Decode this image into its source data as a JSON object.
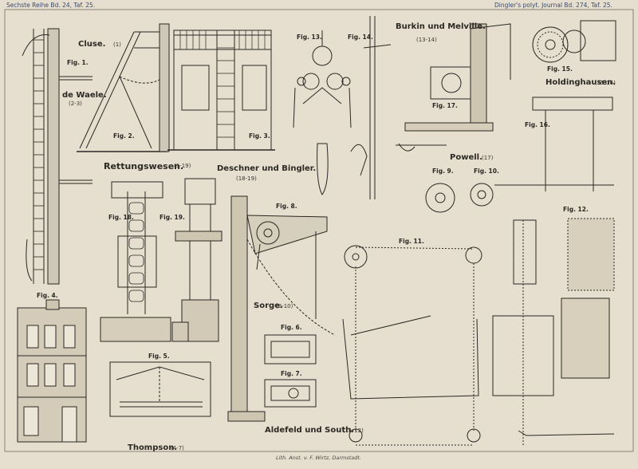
{
  "header": {
    "left": "Sechste Reihe Bd. 24, Taf. 25.",
    "right": "Dingler's polyt. Journal Bd. 274, Taf. 25."
  },
  "footer": {
    "lithographer": "Lith. Anst. v. F. Wirtz, Darmstadt."
  },
  "sections": {
    "cluse": "Cluse.",
    "cluse_ref": "(1)",
    "dewaele": "de Waele.",
    "dewaele_ref": "(2-3)",
    "rettungswesen": "Rettungswesen.",
    "rettungswesen_ref": "(1-19)",
    "deschner": "Deschner und Bingler.",
    "deschner_ref": "(18-19)",
    "burkin": "Burkin und Melville.",
    "burkin_ref": "(13-14)",
    "powell": "Powell.",
    "powell_ref": "(17)",
    "holdinghausen": "Holdinghausen.",
    "holdinghausen_ref": "(15-16)",
    "sorge": "Sorge.",
    "sorge_ref": "(8-10)",
    "thompson": "Thompson.",
    "thompson_ref": "(4-7)",
    "aldefeld": "Aldefeld und South.",
    "aldefeld_ref": "(11-12)"
  },
  "figures": {
    "f1": "Fig. 1.",
    "f2": "Fig. 2.",
    "f3": "Fig. 3.",
    "f4": "Fig. 4.",
    "f5": "Fig. 5.",
    "f6": "Fig. 6.",
    "f7": "Fig. 7.",
    "f8": "Fig. 8.",
    "f9": "Fig. 9.",
    "f10": "Fig. 10.",
    "f11": "Fig. 11.",
    "f12": "Fig. 12.",
    "f13": "Fig. 13.",
    "f14": "Fig. 14.",
    "f15": "Fig. 15.",
    "f16": "Fig. 16.",
    "f17": "Fig. 17.",
    "f18": "Fig. 18.",
    "f19": "Fig. 19."
  },
  "colors": {
    "paper": "#e6dfcf",
    "ink": "#2b2723",
    "header_ink": "#3a4a6a"
  }
}
